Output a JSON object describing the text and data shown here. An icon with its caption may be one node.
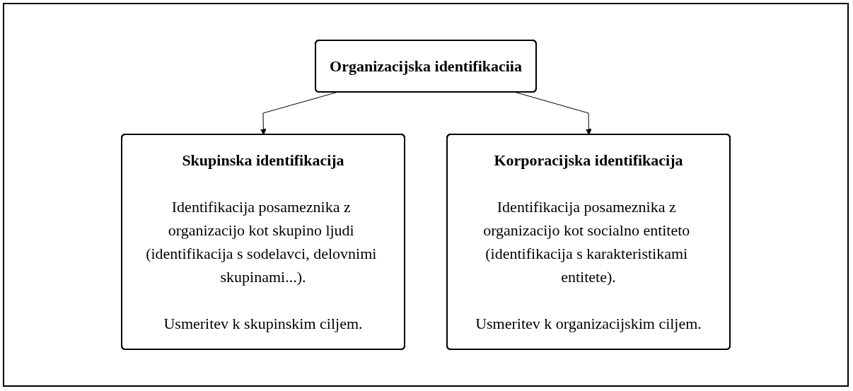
{
  "diagram": {
    "nodes": [
      {
        "text": [
          "Organizacijska identifikaciia"
        ]
      },
      {
        "text": [
          "Skupinska identifikacija",
          "Identifikacija posameznika z organizacijo kot skupino ljudi (identifikacija s sodelavci, delovnimi skupinami...).",
          "Usmeritev k skupinskim ciljem."
        ]
      },
      {
        "text": [
          "Korporacijska identifikacija",
          "Identifikacija posameznika z organizacijo kot socialno entiteto (identifikacija s karakteristikami entitete).",
          "Usmeritev k organizacijskim ciljem."
        ]
      }
    ],
    "edges": [
      {
        "from": 0,
        "to": 1,
        "arrow": "to"
      },
      {
        "from": 0,
        "to": 2,
        "arrow": "to"
      }
    ]
  }
}
